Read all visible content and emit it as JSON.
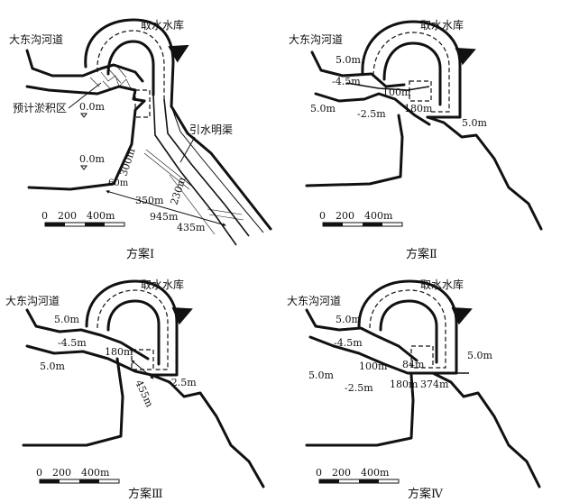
{
  "panels": {
    "p1": {
      "caption": "方案Ⅰ",
      "reservoir": "取水水库",
      "river": "大东沟河道",
      "silt_zone": "预计淤积区",
      "channel": "引水明渠",
      "el_a": "0.0m",
      "el_b": "0.0m",
      "d_300": "300m",
      "d_230": "230m",
      "d_60": "60m",
      "d_350": "350m",
      "d_945": "945m",
      "d_435": "435m",
      "scale": {
        "s0": "0",
        "s200": "200",
        "s400": "400m"
      }
    },
    "p2": {
      "caption": "方案Ⅱ",
      "reservoir": "取水水库",
      "river": "大东沟河道",
      "el_50a": "5.0m",
      "el_n45": "-4.5m",
      "el_50b": "5.0m",
      "el_n25": "-2.5m",
      "el_50c": "5.0m",
      "d_100": "100m",
      "d_180": "180m",
      "scale": {
        "s0": "0",
        "s200": "200",
        "s400": "400m"
      }
    },
    "p3": {
      "caption": "方案Ⅲ",
      "reservoir": "取水水库",
      "river": "大东沟河道",
      "el_50a": "5.0m",
      "el_n45": "-4.5m",
      "el_50b": "5.0m",
      "el_n25": "-2.5m",
      "d_180": "180m",
      "d_455": "455m",
      "scale": {
        "s0": "0",
        "s200": "200",
        "s400": "400m"
      }
    },
    "p4": {
      "caption": "方案Ⅳ",
      "reservoir": "取水水库",
      "river": "大东沟河道",
      "el_50a": "5.0m",
      "el_n45": "-4.5m",
      "el_50b": "5.0m",
      "el_n25": "-2.5m",
      "el_50c": "5.0m",
      "d_100": "100m",
      "d_84": "84m",
      "d_180": "180m",
      "d_374": "374m",
      "scale": {
        "s0": "0",
        "s200": "200",
        "s400": "400m"
      }
    }
  }
}
